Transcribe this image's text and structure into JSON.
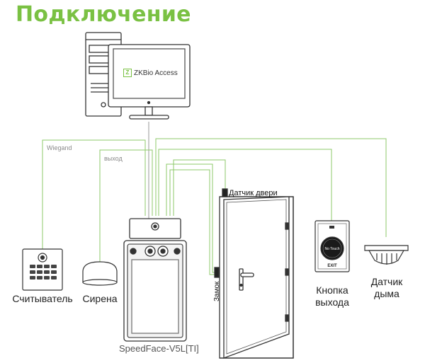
{
  "title": "Подключение",
  "software": {
    "icon_text": "Z",
    "name": "ZKBio Access"
  },
  "wire_labels": {
    "wiegand": "Wiegand",
    "output": "выход"
  },
  "labels": {
    "reader": "Считыватель",
    "siren": "Сирена",
    "device": "SpeedFace-V5L[TI]",
    "door_sensor": "Датчик двери",
    "lock": "Замок",
    "exit_button": "Кнопка\nвыхода",
    "smoke_sensor": "Датчик\nдыма"
  },
  "exit_button_face": {
    "top": "No Touch",
    "bottom": "EXIT"
  },
  "colors": {
    "accent": "#7ac143",
    "wire": "#8dc86a",
    "outline": "#333333"
  }
}
